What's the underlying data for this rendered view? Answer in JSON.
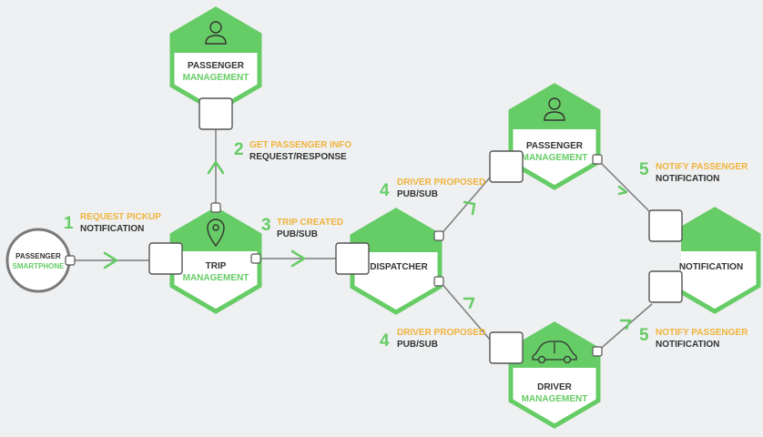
{
  "colors": {
    "background": "#eef0f2",
    "accent_green": "#66cc66",
    "node_fill": "#ffffff",
    "line": "#7a7a7a",
    "step_label": "#f0b43c",
    "text_dark": "#333333"
  },
  "nodes": {
    "passenger_smartphone": {
      "line1": "PASSENGER",
      "line2": "SMARTPHONE"
    },
    "passenger_management_top": {
      "line1": "PASSENGER",
      "line2": "MANAGEMENT",
      "icon": "person-icon"
    },
    "trip_management": {
      "line1": "TRIP",
      "line2": "MANAGEMENT",
      "icon": "location-pin-icon"
    },
    "dispatcher": {
      "line1": "DISPATCHER"
    },
    "passenger_management_right": {
      "line1": "PASSENGER",
      "line2": "MANAGEMENT",
      "icon": "person-icon"
    },
    "driver_management": {
      "line1": "DRIVER",
      "line2": "MANAGEMENT",
      "icon": "car-icon"
    },
    "notification": {
      "line1": "NOTIFICATION"
    }
  },
  "steps": {
    "s1": {
      "number": "1",
      "title": "REQUEST PICKUP",
      "type": "NOTIFICATION"
    },
    "s2": {
      "number": "2",
      "title": "GET PASSENGER INFO",
      "type": "REQUEST/RESPONSE"
    },
    "s3": {
      "number": "3",
      "title": "TRIP CREATED",
      "type": "PUB/SUB"
    },
    "s4a": {
      "number": "4",
      "title": "DRIVER PROPOSED",
      "type": "PUB/SUB"
    },
    "s4b": {
      "number": "4",
      "title": "DRIVER PROPOSED",
      "type": "PUB/SUB"
    },
    "s5a": {
      "number": "5",
      "title": "NOTIFY PASSENGER",
      "type": "NOTIFICATION"
    },
    "s5b": {
      "number": "5",
      "title": "NOTIFY PASSENGER",
      "type": "NOTIFICATION"
    }
  }
}
